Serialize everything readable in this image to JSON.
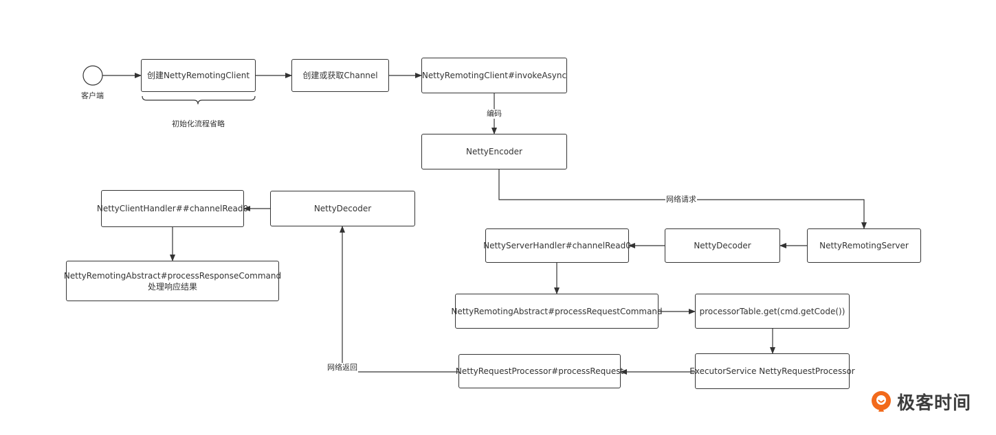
{
  "start": {
    "label": "客户端"
  },
  "nodes": {
    "create_client": "创建NettyRemotingClient",
    "create_channel": "创建或获取Channel",
    "invoke_async": "NettyRemotingClient#invokeAsync",
    "encoder": "NettyEncoder",
    "client_handler": "NettyClientHandler##channelRead0",
    "decoder_client": "NettyDecoder",
    "process_response_line1": "NettyRemotingAbstract#processResponseCommand",
    "process_response_line2": "处理响应结果",
    "server_handler": "NettyServerHandler#channelRead0",
    "decoder_server": "NettyDecoder",
    "remoting_server": "NettyRemotingServer",
    "process_request": "NettyRemotingAbstract#processRequestCommand",
    "processor_table": "processorTable.get(cmd.getCode())",
    "request_processor": "NettyRequestProcessor#processRequest",
    "executor_service": "ExecutorService NettyRequestProcessor"
  },
  "labels": {
    "init_omitted": "初始化流程省略",
    "encode": "编码",
    "network_request": "网络请求",
    "network_return": "网络返回"
  },
  "logo": {
    "text": "极客时间",
    "color": "#f26a1b"
  }
}
